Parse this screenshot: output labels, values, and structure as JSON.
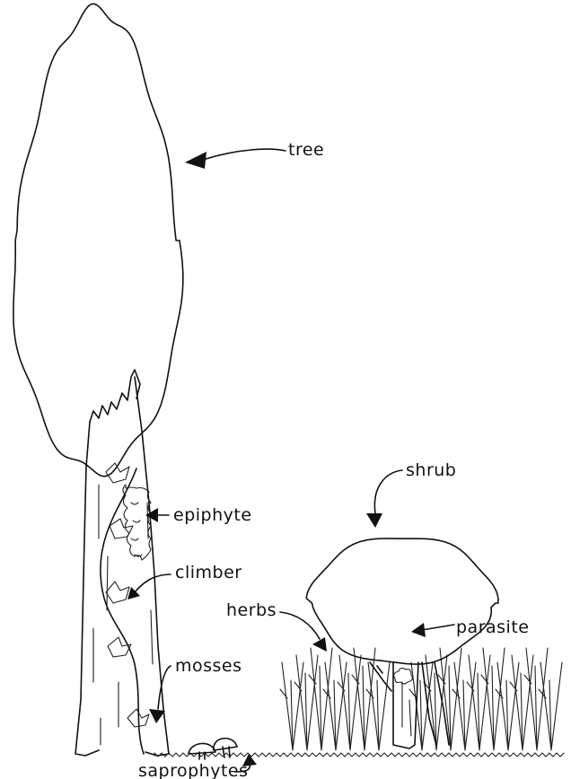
{
  "labels": {
    "tree": "tree",
    "epiphyte": "epiphyte",
    "climber": "climber",
    "mosses": "mosses",
    "saprophytes": "saprophytes",
    "shrub": "shrub",
    "herbs": "herbs",
    "parasite": "parasite"
  },
  "colors": {
    "ink": "#111111",
    "background": "#ffffff"
  }
}
